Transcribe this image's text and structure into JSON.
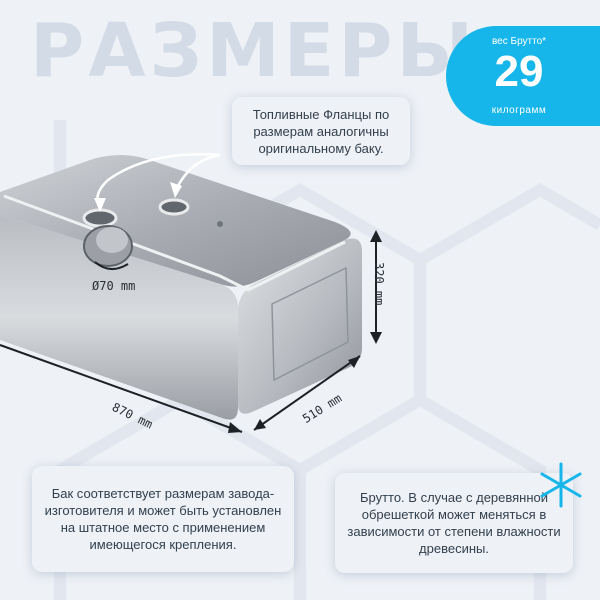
{
  "title": "РАЗМЕРЫ",
  "weight": {
    "label_top": "вес Брутто*",
    "value": "29",
    "label_bottom": "килограмм"
  },
  "notes": {
    "flanges": "Топливные Фланцы по размерам аналогичны оригинальному баку.",
    "compatibility": "Бак соответствует размерам завода-изготовителя и может быть установлен на штатное место с применением имеющегося крепления.",
    "gross_weight": "Брутто. В случае с деревянной обрешеткой может меняться в зависимости от степени влажности древесины."
  },
  "dimensions": {
    "diameter": "Ø70 mm",
    "length": "870 mm",
    "width": "510 mm",
    "height": "320 mm"
  },
  "colors": {
    "accent": "#16b6ea",
    "background": "#eef1f6",
    "title": "#d3dbe6"
  },
  "icons": {
    "asterisk": "asterisk-icon"
  }
}
